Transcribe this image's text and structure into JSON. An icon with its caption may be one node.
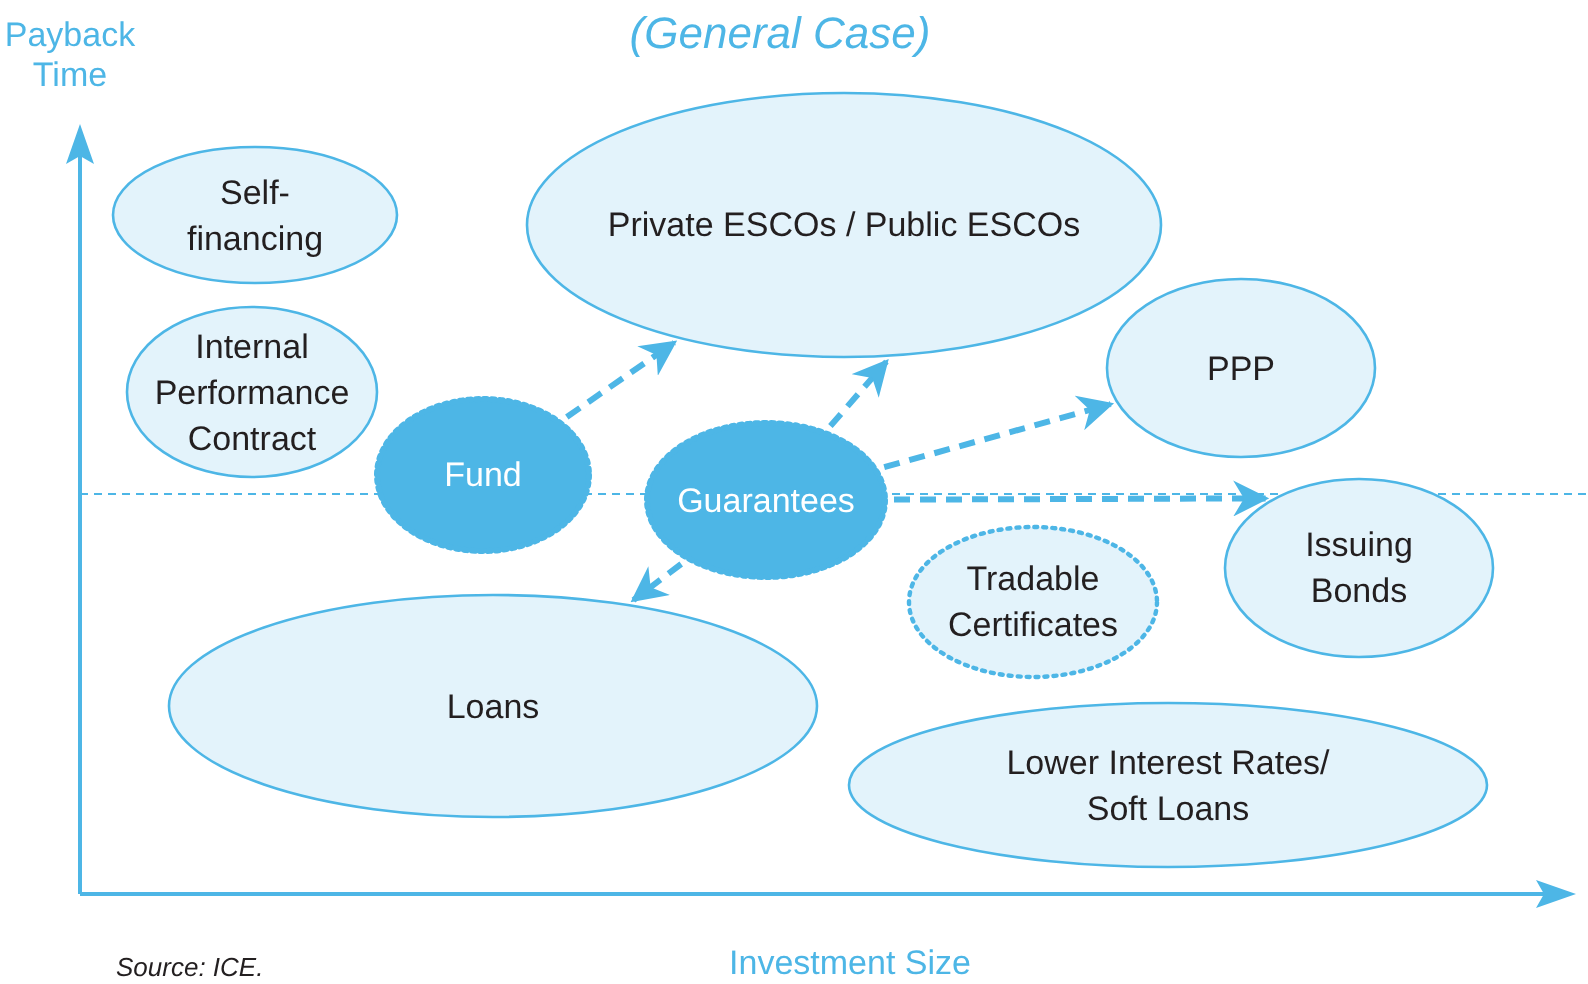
{
  "diagram": {
    "title": "(General Case)",
    "nodes": [
      {
        "text": [
          "Self-financing"
        ]
      },
      {
        "text": [
          "Private ESCOs / Public ESCOs"
        ]
      },
      {
        "text": [
          "Internal Performance Contract"
        ]
      },
      {
        "text": [
          "PPP"
        ]
      },
      {
        "text": [
          "Fund"
        ]
      },
      {
        "text": [
          "Guarantees"
        ]
      },
      {
        "text": [
          "Issuing Bonds"
        ]
      },
      {
        "text": [
          "Tradable Certificates"
        ]
      },
      {
        "text": [
          "Loans"
        ]
      },
      {
        "text": [
          "Lower Interest Rates/ Soft Loans"
        ]
      }
    ],
    "edges": [
      {
        "from": 4,
        "to": 1,
        "arrow": "to",
        "style": "dashed"
      },
      {
        "from": 5,
        "to": 1,
        "arrow": "to",
        "style": "dashed"
      },
      {
        "from": 5,
        "to": 3,
        "arrow": "to",
        "style": "dashed"
      },
      {
        "from": 5,
        "to": 6,
        "arrow": "to",
        "style": "dashed"
      },
      {
        "from": 5,
        "to": 8,
        "arrow": "to",
        "style": "dashed"
      }
    ],
    "labels": [
      "Payback Time",
      "Investment Size",
      "Source: ICE."
    ]
  }
}
